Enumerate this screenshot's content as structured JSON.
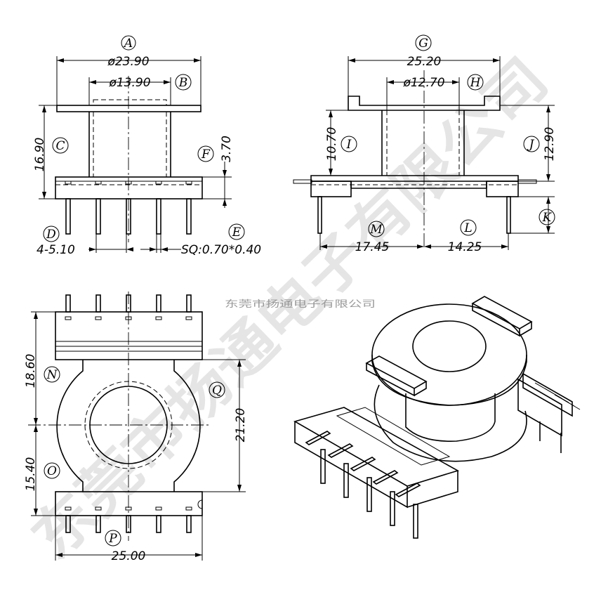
{
  "watermark": {
    "large": "东莞市扬通电子有限公司",
    "small": "东莞市扬通电子有限公司"
  },
  "labels": {
    "A": "A",
    "B": "B",
    "C": "C",
    "D": "D",
    "E": "E",
    "F": "F",
    "G": "G",
    "H": "H",
    "I": "I",
    "J": "J",
    "K": "K",
    "L": "L",
    "M": "M",
    "N": "N",
    "O": "O",
    "P": "P",
    "Q": "Q"
  },
  "dimensions": {
    "a": "ø23.90",
    "b": "ø13.90",
    "c": "16.90",
    "d": "4-5.10",
    "e": "SQ:0.70*0.40",
    "f": "3.70",
    "g": "25.20",
    "h": "ø12.70",
    "i": "10.70",
    "j": "12.90",
    "l": "14.25",
    "m": "17.45",
    "n": "18.60",
    "o": "15.40",
    "p": "25.00",
    "q": "21.20"
  }
}
